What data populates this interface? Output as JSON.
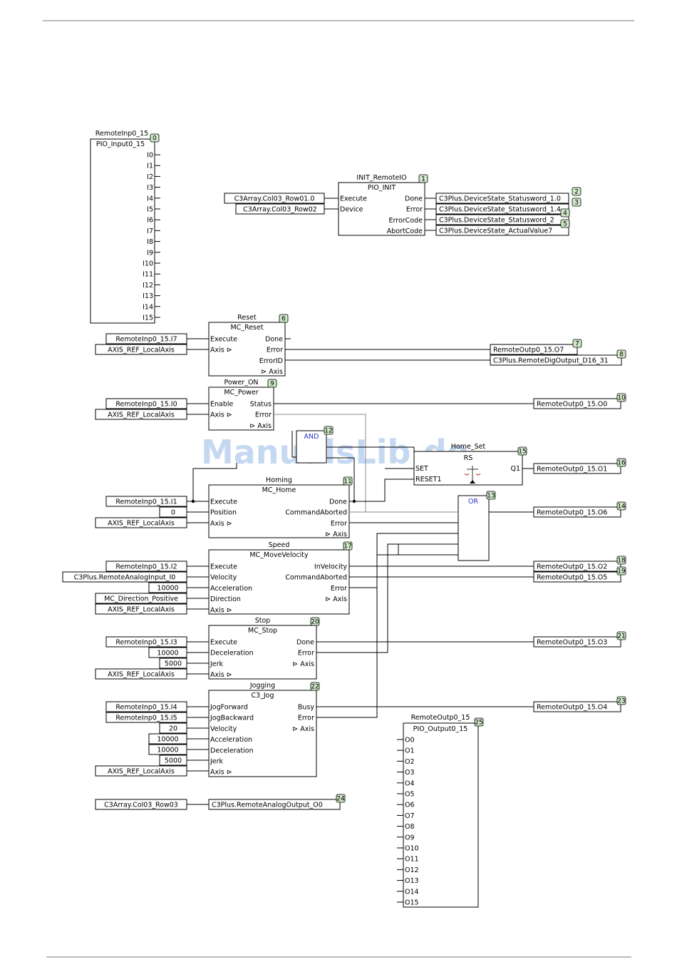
{
  "watermark": "ManualsLib.de",
  "blocks": {
    "remote_inputs": {
      "instance": "RemoteInp0_15",
      "type": "PIO_Input0_15",
      "order": "0",
      "outputs": [
        "I0",
        "I1",
        "I2",
        "I3",
        "I4",
        "I5",
        "I6",
        "I7",
        "I8",
        "I9",
        "I10",
        "I11",
        "I12",
        "I13",
        "I14",
        "I15"
      ]
    },
    "init": {
      "instance": "INIT_RemoteIO",
      "type": "PIO_INIT",
      "order": "1",
      "inputs": [
        "Execute",
        "Device"
      ],
      "outputs": [
        "Done",
        "Error",
        "ErrorCode",
        "AbortCode"
      ]
    },
    "reset": {
      "instance": "Reset",
      "type": "MC_Reset",
      "order": "6",
      "inputs": [
        "Execute",
        "Axis ⊳"
      ],
      "outputs": [
        "Done",
        "Error",
        "ErrorID",
        "⊳ Axis"
      ]
    },
    "power": {
      "instance": "Power_ON",
      "type": "MC_Power",
      "order": "9",
      "inputs": [
        "Enable",
        "Axis ⊳"
      ],
      "outputs": [
        "Status",
        "Error",
        "⊳ Axis"
      ]
    },
    "and": {
      "type": "AND",
      "order": "12"
    },
    "home_set": {
      "instance": "Home_Set",
      "type": "RS",
      "order": "15",
      "inputs": [
        "SET",
        "RESET1"
      ],
      "outputs": [
        "Q1"
      ]
    },
    "homing": {
      "instance": "Homing",
      "type": "MC_Home",
      "order": "11",
      "inputs": [
        "Execute",
        "Position",
        "Axis ⊳"
      ],
      "outputs": [
        "Done",
        "CommandAborted",
        "Error",
        "⊳ Axis"
      ]
    },
    "or": {
      "type": "OR",
      "order": "13"
    },
    "speed": {
      "instance": "Speed",
      "type": "MC_MoveVelocity",
      "order": "17",
      "inputs": [
        "Execute",
        "Velocity",
        "Acceleration",
        "Direction",
        "Axis ⊳"
      ],
      "outputs": [
        "InVelocity",
        "CommandAborted",
        "Error",
        "⊳ Axis"
      ]
    },
    "stop": {
      "instance": "Stop",
      "type": "MC_Stop",
      "order": "20",
      "inputs": [
        "Execute",
        "Deceleration",
        "Jerk",
        "Axis ⊳"
      ],
      "outputs": [
        "Done",
        "Error",
        "⊳ Axis"
      ]
    },
    "jogging": {
      "instance": "Jogging",
      "type": "C3_Jog",
      "order": "22",
      "inputs": [
        "JogForward",
        "JogBackward",
        "Velocity",
        "Acceleration",
        "Deceleration",
        "Jerk",
        "Axis ⊳"
      ],
      "outputs": [
        "Busy",
        "Error",
        "⊳ Axis"
      ]
    },
    "remote_outputs": {
      "instance": "RemoteOutp0_15",
      "type": "PIO_Output0_15",
      "order": "25",
      "inputs": [
        "O0",
        "O1",
        "O2",
        "O3",
        "O4",
        "O5",
        "O6",
        "O7",
        "O8",
        "O9",
        "O10",
        "O11",
        "O12",
        "O13",
        "O14",
        "O15"
      ]
    }
  },
  "variables": {
    "in_init_execute": "C3Array.Col03_Row01.0",
    "in_init_device": "C3Array.Col03_Row02",
    "in_reset_execute": "RemoteInp0_15.I7",
    "in_reset_axis": "AXIS_REF_LocalAxis",
    "in_power_enable": "RemoteInp0_15.I0",
    "in_power_axis": "AXIS_REF_LocalAxis",
    "in_home_execute": "RemoteInp0_15.I1",
    "in_home_position": "0",
    "in_home_axis": "AXIS_REF_LocalAxis",
    "in_speed_execute": "RemoteInp0_15.I2",
    "in_speed_velocity": "C3Plus.RemoteAnalogInput_I0",
    "in_speed_acc": "10000",
    "in_speed_dir": "MC_Direction_Positive",
    "in_speed_axis": "AXIS_REF_LocalAxis",
    "in_stop_execute": "RemoteInp0_15.I3",
    "in_stop_dec": "10000",
    "in_stop_jerk": "5000",
    "in_stop_axis": "AXIS_REF_LocalAxis",
    "in_jog_fwd": "RemoteInp0_15.I4",
    "in_jog_bwd": "RemoteInp0_15.I5",
    "in_jog_vel": "20",
    "in_jog_acc": "10000",
    "in_jog_dec": "10000",
    "in_jog_jerk": "5000",
    "in_jog_axis": "AXIS_REF_LocalAxis",
    "in_analog": "C3Array.Col03_Row03",
    "out_init_done": {
      "text": "C3Plus.DeviceState_Statusword_1.0",
      "order": "2"
    },
    "out_init_error": {
      "text": "C3Plus.DeviceState_Statusword_1.4",
      "order": "3"
    },
    "out_init_errcode": {
      "text": "C3Plus.DeviceState_Statusword_2",
      "order": "4"
    },
    "out_init_abort": {
      "text": "C3Plus.DeviceState_ActualValue7",
      "order": "5"
    },
    "out_reset_error": {
      "text": "RemoteOutp0_15.O7",
      "order": "7"
    },
    "out_reset_errid": {
      "text": "C3Plus.RemoteDigOutput_D16_31",
      "order": "8"
    },
    "out_power_status": {
      "text": "RemoteOutp0_15.O0",
      "order": "10"
    },
    "out_home_q1": {
      "text": "RemoteOutp0_15.O1",
      "order": "16"
    },
    "out_or": {
      "text": "RemoteOutp0_15.O6",
      "order": "14"
    },
    "out_speed_invel": {
      "text": "RemoteOutp0_15.O2",
      "order": "18"
    },
    "out_speed_aborted": {
      "text": "RemoteOutp0_15.O5",
      "order": "19"
    },
    "out_stop_done": {
      "text": "RemoteOutp0_15.O3",
      "order": "21"
    },
    "out_jog_busy": {
      "text": "RemoteOutp0_15.O4",
      "order": "23"
    },
    "out_analog": {
      "text": "C3Plus.RemoteAnalogOutput_O0",
      "order": "24"
    }
  }
}
